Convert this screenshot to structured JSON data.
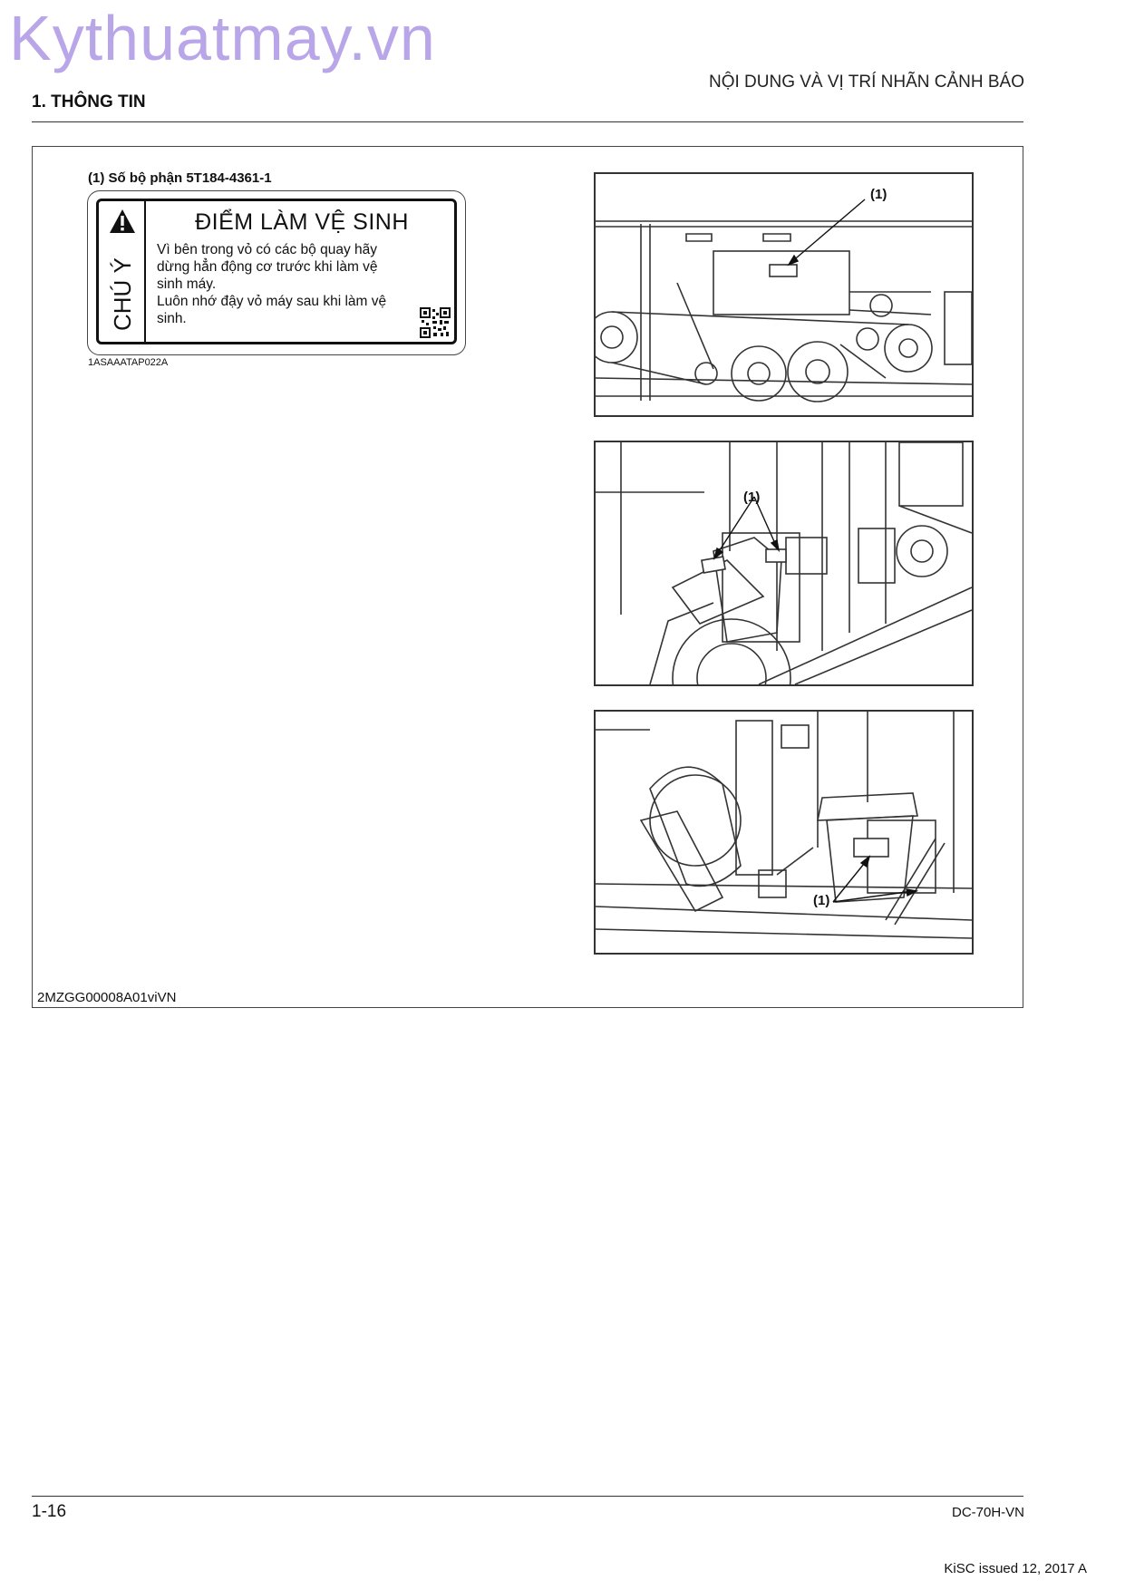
{
  "watermark": "Kythuatmay.vn",
  "header": {
    "section_title": "1. THÔNG TIN",
    "page_title": "NỘI DUNG VÀ VỊ TRÍ NHÃN CẢNH BÁO"
  },
  "label_block": {
    "part_number": "(1) Số bộ phận 5T184-4361-1",
    "caution_word": "CHÚ Ý",
    "title": "ĐIỂM LÀM VỆ SINH",
    "body_line1": "Vì bên trong vỏ có các bộ quay hãy dừng hẳn động cơ trước khi làm vệ sinh máy.",
    "body_line2": "Luôn nhớ đậy vỏ máy sau khi làm vệ sinh.",
    "image_code": "1ASAAATAP022A"
  },
  "figures": [
    {
      "callout": "(1)"
    },
    {
      "callout": "(1)"
    },
    {
      "callout": "(1)"
    }
  ],
  "doc_code": "2MZGG00008A01viVN",
  "footer": {
    "page_number": "1-16",
    "model": "DC-70H-VN",
    "issued": "KiSC issued 12, 2017 A"
  }
}
